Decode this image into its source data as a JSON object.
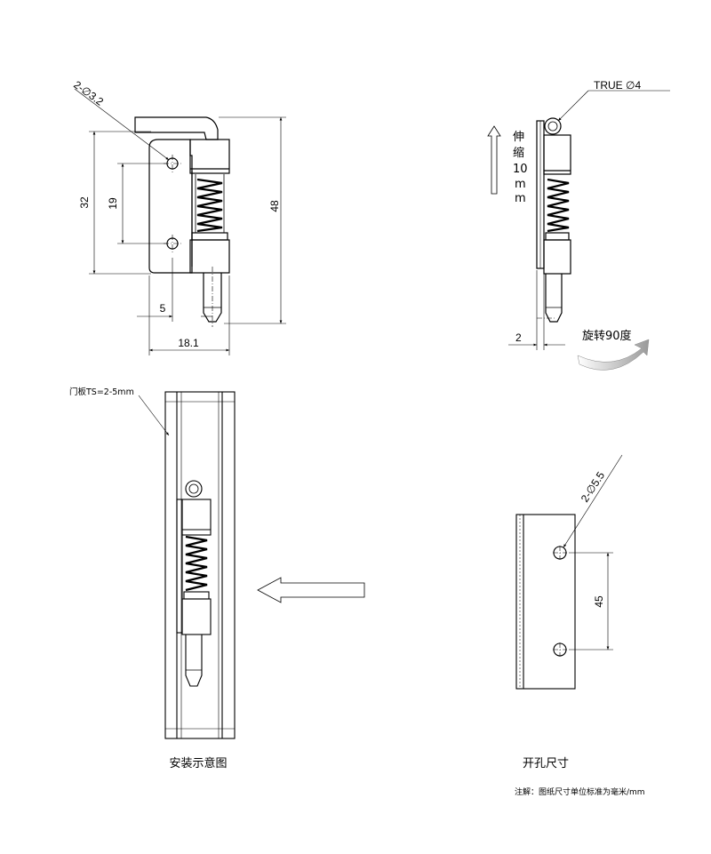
{
  "front_view": {
    "hole_spec": "2-∅3.2",
    "dim_32": "32",
    "dim_19": "19",
    "dim_48": "48",
    "dim_5": "5",
    "dim_18_1": "18.1"
  },
  "side_view": {
    "true_spec": "TRUE ∅4",
    "stroke_chars": [
      "伸",
      "缩",
      "10",
      "m",
      "m"
    ],
    "dim_2": "2",
    "rotate_label": "旋转90度"
  },
  "install_view": {
    "panel_label": "门板TS=2-5mm",
    "caption": "安装示意图"
  },
  "hole_view": {
    "hole_spec": "2-∅5.5",
    "dim_45": "45",
    "caption": "开孔尺寸"
  },
  "note": "注解：图纸尺寸单位标准为毫米/mm"
}
